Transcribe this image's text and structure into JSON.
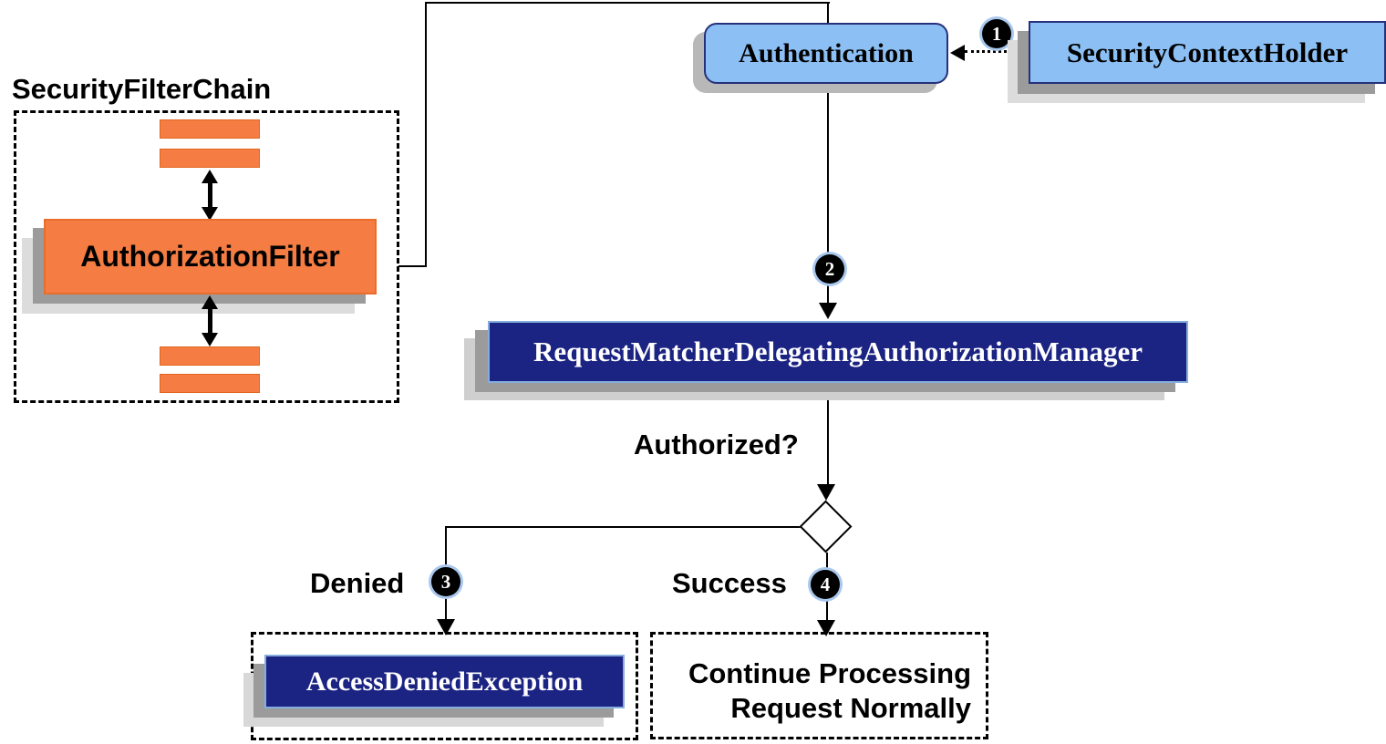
{
  "diagram": {
    "security_filter_chain": {
      "label": "SecurityFilterChain",
      "filter": "AuthorizationFilter"
    },
    "authentication": {
      "label": "Authentication"
    },
    "security_context_holder": {
      "label": "SecurityContextHolder"
    },
    "authorization_manager": {
      "label": "RequestMatcherDelegatingAuthorizationManager"
    },
    "decision": {
      "question": "Authorized?",
      "denied_label": "Denied",
      "success_label": "Success"
    },
    "denied_result": {
      "label": "AccessDeniedException"
    },
    "success_result": {
      "line1": "Continue Processing",
      "line2": "Request Normally"
    }
  },
  "steps": [
    "1",
    "2",
    "3",
    "4"
  ],
  "colors": {
    "orange": "#f57c42",
    "light_blue": "#8cc0f5",
    "navy": "#1b2383",
    "line_black": "#000000",
    "shadow_dark": "#9b9b9b",
    "shadow_light": "#dcdcdc"
  }
}
